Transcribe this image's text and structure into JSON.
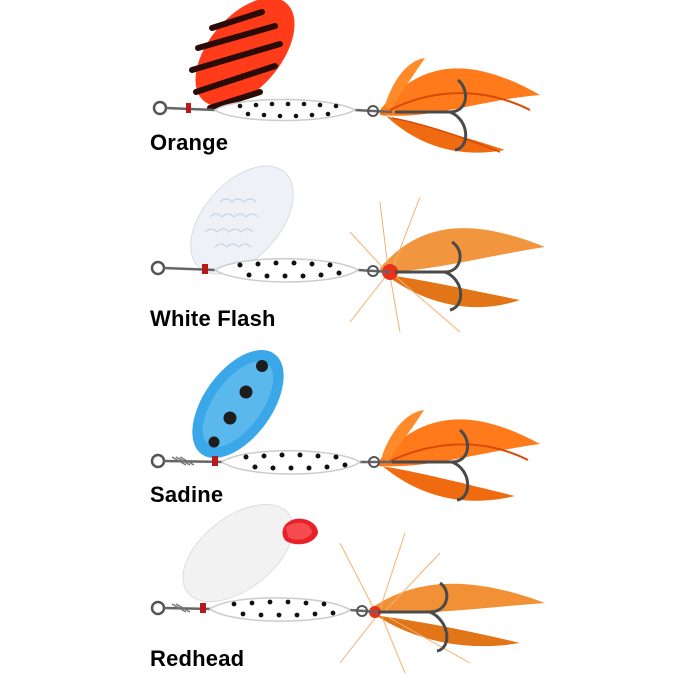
{
  "lures": [
    {
      "label": "Orange",
      "blade_style": "orange-black-stripes",
      "blade_color": "#ff3b1a",
      "stripe_color": "#2a0b05",
      "body_color": "#ffffff",
      "dot_color": "#111111",
      "fly_color": "#ff7a1a",
      "fly_dark": "#d94a08"
    },
    {
      "label": "White Flash",
      "blade_style": "silver-scale",
      "blade_color": "#eef2f6",
      "stripe_color": "#c6d4e2",
      "body_color": "#ffffff",
      "dot_color": "#111111",
      "fly_color": "#f08a2a",
      "fly_dark": "#d25a10"
    },
    {
      "label": "Sadine",
      "blade_style": "blue-dots",
      "blade_color": "#3aa8e8",
      "stripe_color": "#1d1d1d",
      "body_color": "#ffffff",
      "dot_color": "#111111",
      "fly_color": "#ff7a1a",
      "fly_dark": "#d94a08"
    },
    {
      "label": "Redhead",
      "blade_style": "white-red-tip",
      "blade_color": "#f2f2f2",
      "stripe_color": "#e8202a",
      "body_color": "#ffffff",
      "dot_color": "#111111",
      "fly_color": "#f08a2a",
      "fly_dark": "#d25a10"
    }
  ]
}
